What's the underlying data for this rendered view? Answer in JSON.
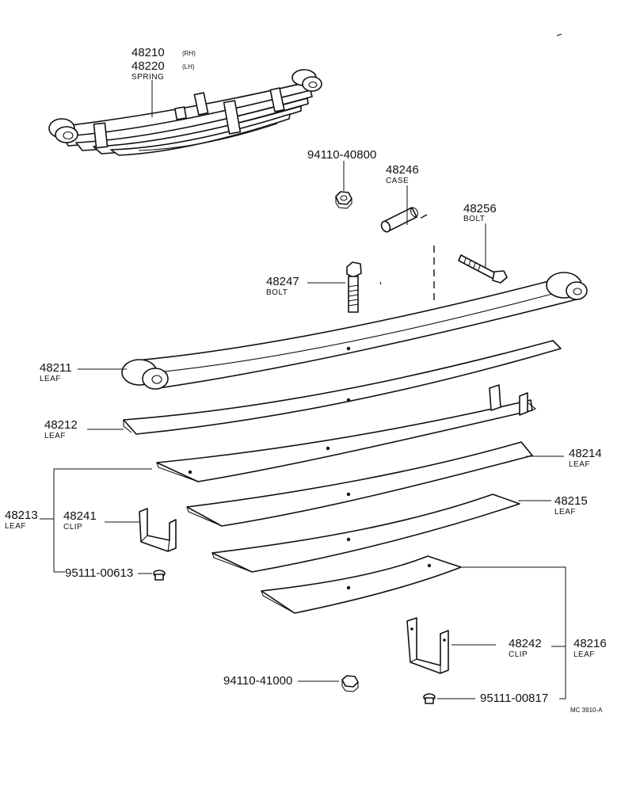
{
  "parts": {
    "spring": {
      "num_rh": "48210",
      "side_rh": "(RH)",
      "num_lh": "48220",
      "side_lh": "(LH)",
      "name": "SPRING"
    },
    "nut_top": {
      "num": "94110-40800"
    },
    "case": {
      "num": "48246",
      "name": "CASE"
    },
    "bolt_top": {
      "num": "48256",
      "name": "BOLT"
    },
    "bolt_center": {
      "num": "48247",
      "name": "BOLT"
    },
    "leaf1": {
      "num": "48211",
      "name": "LEAF"
    },
    "leaf2": {
      "num": "48212",
      "name": "LEAF"
    },
    "leaf3": {
      "num": "48213",
      "name": "LEAF"
    },
    "leaf4": {
      "num": "48214",
      "name": "LEAF"
    },
    "leaf5": {
      "num": "48215",
      "name": "LEAF"
    },
    "leaf6": {
      "num": "48216",
      "name": "LEAF"
    },
    "clip1": {
      "num": "48241",
      "name": "CLIP"
    },
    "clip2": {
      "num": "48242",
      "name": "CLIP"
    },
    "rivet1": {
      "num": "95111-00613"
    },
    "rivet2": {
      "num": "95111-00817"
    },
    "nut_bottom": {
      "num": "94110-41000"
    }
  },
  "figure_code": "MC 3910-A"
}
